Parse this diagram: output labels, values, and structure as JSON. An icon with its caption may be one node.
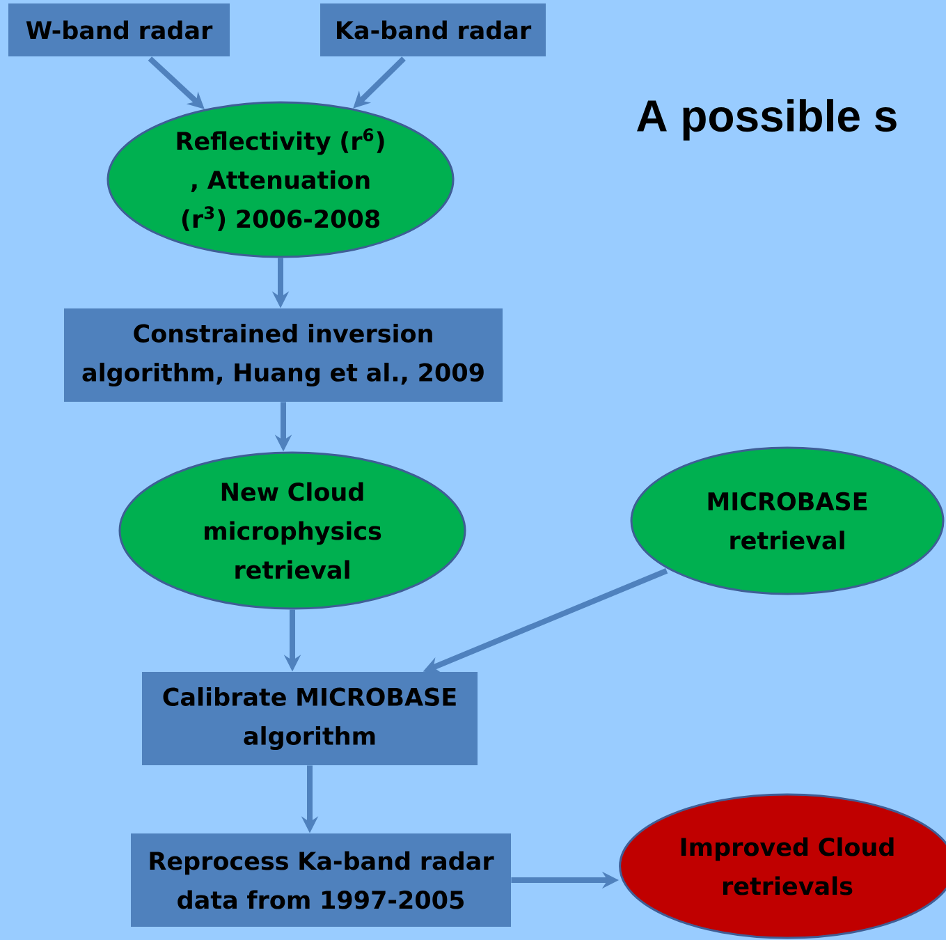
{
  "diagram": {
    "title": "A possible s",
    "nodes": [
      {
        "text": [
          "W-band radar"
        ]
      },
      {
        "text": [
          "Ka-band radar"
        ]
      },
      {
        "text": [
          "Reflectivity (r$^{6}$) , Attenuation (r$^{3}$) 2006-2008"
        ]
      },
      {
        "text": [
          "Constrained inversion algorithm, Huang et al., 2009"
        ]
      },
      {
        "text": [
          "New Cloud microphysics retrieval"
        ]
      },
      {
        "text": [
          "MICROBASE retrieval"
        ]
      },
      {
        "text": [
          "Calibrate MICROBASE algorithm"
        ]
      },
      {
        "text": [
          "Reprocess Ka-band radar data from 1997-2005"
        ]
      },
      {
        "text": [
          "Improved Cloud retrievals"
        ]
      }
    ],
    "edges": [
      {
        "from": 0,
        "to": 2,
        "arrow": "to"
      },
      {
        "from": 1,
        "to": 2,
        "arrow": "to"
      },
      {
        "from": 2,
        "to": 3,
        "arrow": "to"
      },
      {
        "from": 3,
        "to": 4,
        "arrow": "to"
      },
      {
        "from": 4,
        "to": 6,
        "arrow": "to"
      },
      {
        "from": 5,
        "to": 6,
        "arrow": "to"
      },
      {
        "from": 6,
        "to": 7,
        "arrow": "to"
      },
      {
        "from": 7,
        "to": 8,
        "arrow": "to"
      }
    ]
  }
}
